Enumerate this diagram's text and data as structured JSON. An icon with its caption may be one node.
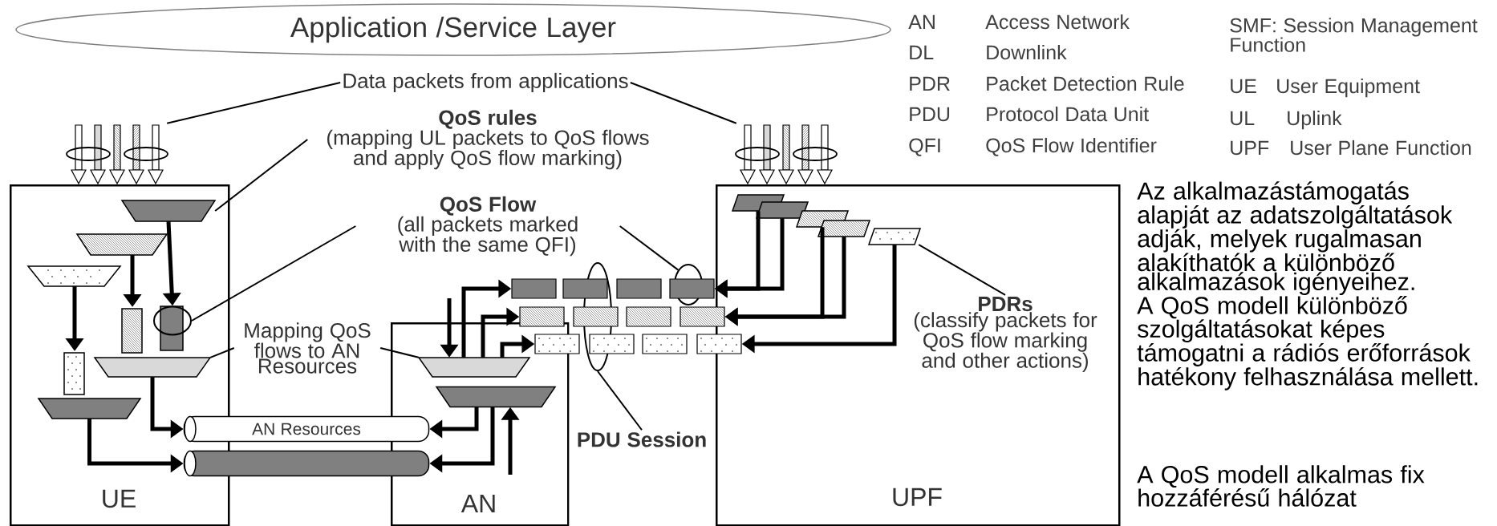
{
  "diagram": {
    "nodes": [
      {
        "text": [
          "Application /Service Layer"
        ]
      },
      {
        "text": [
          "UE"
        ]
      },
      {
        "text": [
          "AN"
        ]
      },
      {
        "text": [
          "UPF"
        ]
      },
      {
        "text": [
          "AN Resources"
        ]
      },
      {
        "text": [],
        "shape": "cylinder"
      },
      {
        "text": [
          "Data packets from applications"
        ]
      },
      {
        "text": [
          "QoS rules",
          "(mapping UL packets to QoS flows and apply QoS flow marking)"
        ]
      },
      {
        "text": [
          "QoS Flow",
          "(all packets marked with the same QFI)"
        ]
      },
      {
        "text": [
          "Mapping QoS flows to AN Resources"
        ]
      },
      {
        "text": [
          "PDU Session"
        ]
      },
      {
        "text": [
          "PDRs",
          "(classify packets for QoS flow marking and other actions)"
        ],
        "in": 3
      },
      {
        "text": [],
        "shape": "picture"
      },
      {
        "text": [],
        "shape": "picture"
      },
      {
        "text": [],
        "shape": "trapezoid",
        "in": 1
      },
      {
        "text": [],
        "shape": "ellipse",
        "in": 1
      },
      {
        "text": [],
        "shape": "trapezoid",
        "in": 1
      },
      {
        "text": [],
        "shape": "trapezoid",
        "in": 2
      },
      {
        "text": [],
        "shape": "ellipse"
      },
      {
        "text": [],
        "shape": "ellipse"
      },
      {
        "text": [],
        "shape": "parallelogram",
        "in": 3
      },
      {
        "text": [],
        "shape": "trapezoid",
        "in": 2
      },
      {
        "text": [],
        "shape": "box"
      },
      {
        "text": [],
        "shape": "box"
      },
      {
        "text": [],
        "shape": "box"
      },
      {
        "text": [],
        "shape": "box"
      },
      {
        "text": [],
        "shape": "box"
      },
      {
        "text": [],
        "shape": "box"
      },
      {
        "text": [],
        "shape": "box"
      },
      {
        "text": [],
        "shape": "box"
      },
      {
        "text": [],
        "shape": "box"
      },
      {
        "text": [],
        "shape": "box"
      },
      {
        "text": [],
        "shape": "box"
      },
      {
        "text": [],
        "shape": "box"
      },
      {
        "text": [],
        "shape": "parallelogram",
        "in": 3
      },
      {
        "text": [],
        "shape": "parallelogram",
        "in": 3
      },
      {
        "text": [],
        "shape": "parallelogram",
        "in": 3
      },
      {
        "text": [],
        "shape": "parallelogram",
        "in": 3
      },
      {
        "text": [],
        "shape": "trapezoid",
        "in": 1
      }
    ],
    "edges": [
      {
        "from": 6,
        "to": 12,
        "arrow": "none"
      },
      {
        "from": 6,
        "to": 13,
        "arrow": "none"
      },
      {
        "from": 7,
        "to": 14,
        "arrow": "none"
      },
      {
        "from": 8,
        "to": 15,
        "arrow": "none"
      },
      {
        "from": 8,
        "to": 19,
        "arrow": "none"
      },
      {
        "from": 9,
        "to": 16,
        "arrow": "none"
      },
      {
        "from": 9,
        "to": 17,
        "arrow": "none"
      },
      {
        "from": 10,
        "to": 18,
        "arrow": "none"
      },
      {
        "from": 11,
        "to": 20,
        "arrow": "none"
      },
      {
        "from": 16,
        "to": 4,
        "arrow": "to"
      },
      {
        "from": 14,
        "to": 15,
        "arrow": "to"
      },
      {
        "from": null,
        "to": 17,
        "arrow": "to"
      },
      {
        "from": 34,
        "to": 25,
        "arrow": "to"
      },
      {
        "from": 35,
        "to": 25,
        "arrow": "to"
      },
      {
        "from": 36,
        "to": 29,
        "arrow": "to"
      },
      {
        "from": 37,
        "to": 29,
        "arrow": "to"
      },
      {
        "from": 20,
        "to": 33,
        "arrow": "to"
      },
      {
        "from": 17,
        "to": 22,
        "arrow": "to"
      },
      {
        "from": 17,
        "to": 26,
        "arrow": "to"
      },
      {
        "from": 17,
        "to": 30,
        "arrow": "to"
      },
      {
        "from": 21,
        "to": 4,
        "arrow": "to"
      },
      {
        "from": 21,
        "to": 5,
        "arrow": "to"
      },
      {
        "from": null,
        "to": 21,
        "arrow": "to"
      },
      {
        "from": 38,
        "to": 5,
        "arrow": "to"
      }
    ],
    "labels": [
      "AN",
      "Access Network",
      "SMF: Session Management Function",
      "DL",
      "Downlink",
      "PDR",
      "Packet Detection Rule",
      "UE",
      "User Equipment",
      "PDU",
      "Protocol Data Unit",
      "UL",
      "Uplink",
      "QFI",
      "QoS Flow Identifier",
      "UPF",
      "User Plane Function",
      "Az alkalmazástámogatás alapját az adatszolgáltatások adják, melyek rugalmasan alakíthatók a különböző alkalmazások igényeihez. A QoS modell különböző szolgáltatásokat képes támogatni a rádiós erőforrások hatékony felhasználása mellett.",
      "A QoS modell alkalmas fix hozzáférésű hálózat"
    ]
  }
}
